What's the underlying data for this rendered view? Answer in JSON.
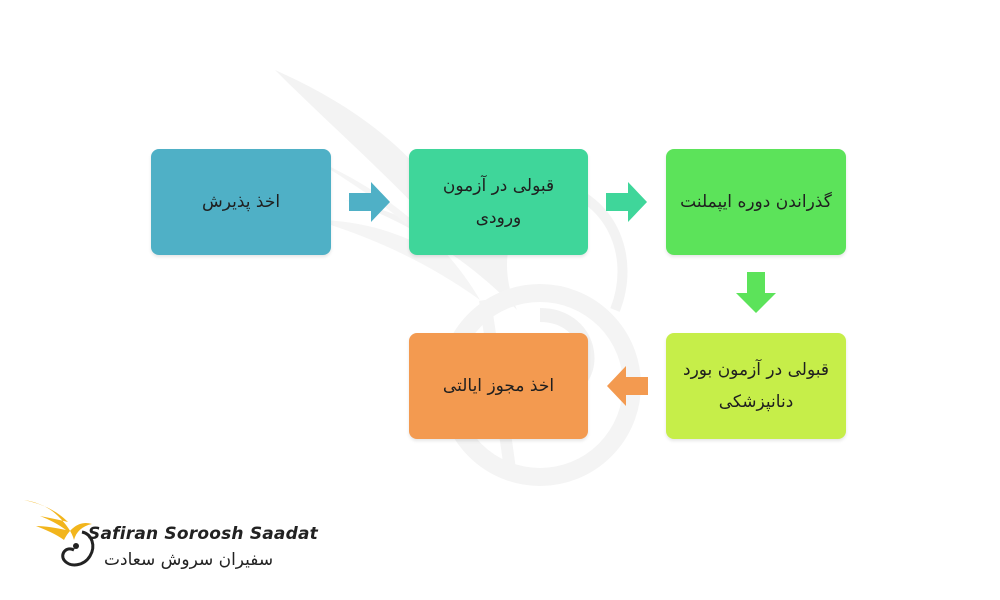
{
  "diagram": {
    "steps": [
      {
        "id": "admission",
        "label": "اخذ پذیرش",
        "color": "#4fb0c6"
      },
      {
        "id": "entrance-exam",
        "label": "قبولی در آزمون ورودی",
        "color": "#3fd69a"
      },
      {
        "id": "implant-course",
        "label": "گذراندن دوره ایپملنت",
        "color": "#5ce35a"
      },
      {
        "id": "board-exam",
        "label": "قبولی در آزمون بورد دنانپزشکی",
        "color": "#c6ee49"
      },
      {
        "id": "state-license",
        "label": "اخذ مجوز ایالتی",
        "color": "#f39a50"
      }
    ],
    "connections": [
      {
        "from": "admission",
        "to": "entrance-exam"
      },
      {
        "from": "entrance-exam",
        "to": "implant-course"
      },
      {
        "from": "implant-course",
        "to": "board-exam"
      },
      {
        "from": "board-exam",
        "to": "state-license"
      }
    ]
  },
  "logo": {
    "name_en": "Safiran Soroosh Saadat",
    "name_fa": "سفیران سروش سعادت",
    "accent_color": "#f2b51c"
  }
}
